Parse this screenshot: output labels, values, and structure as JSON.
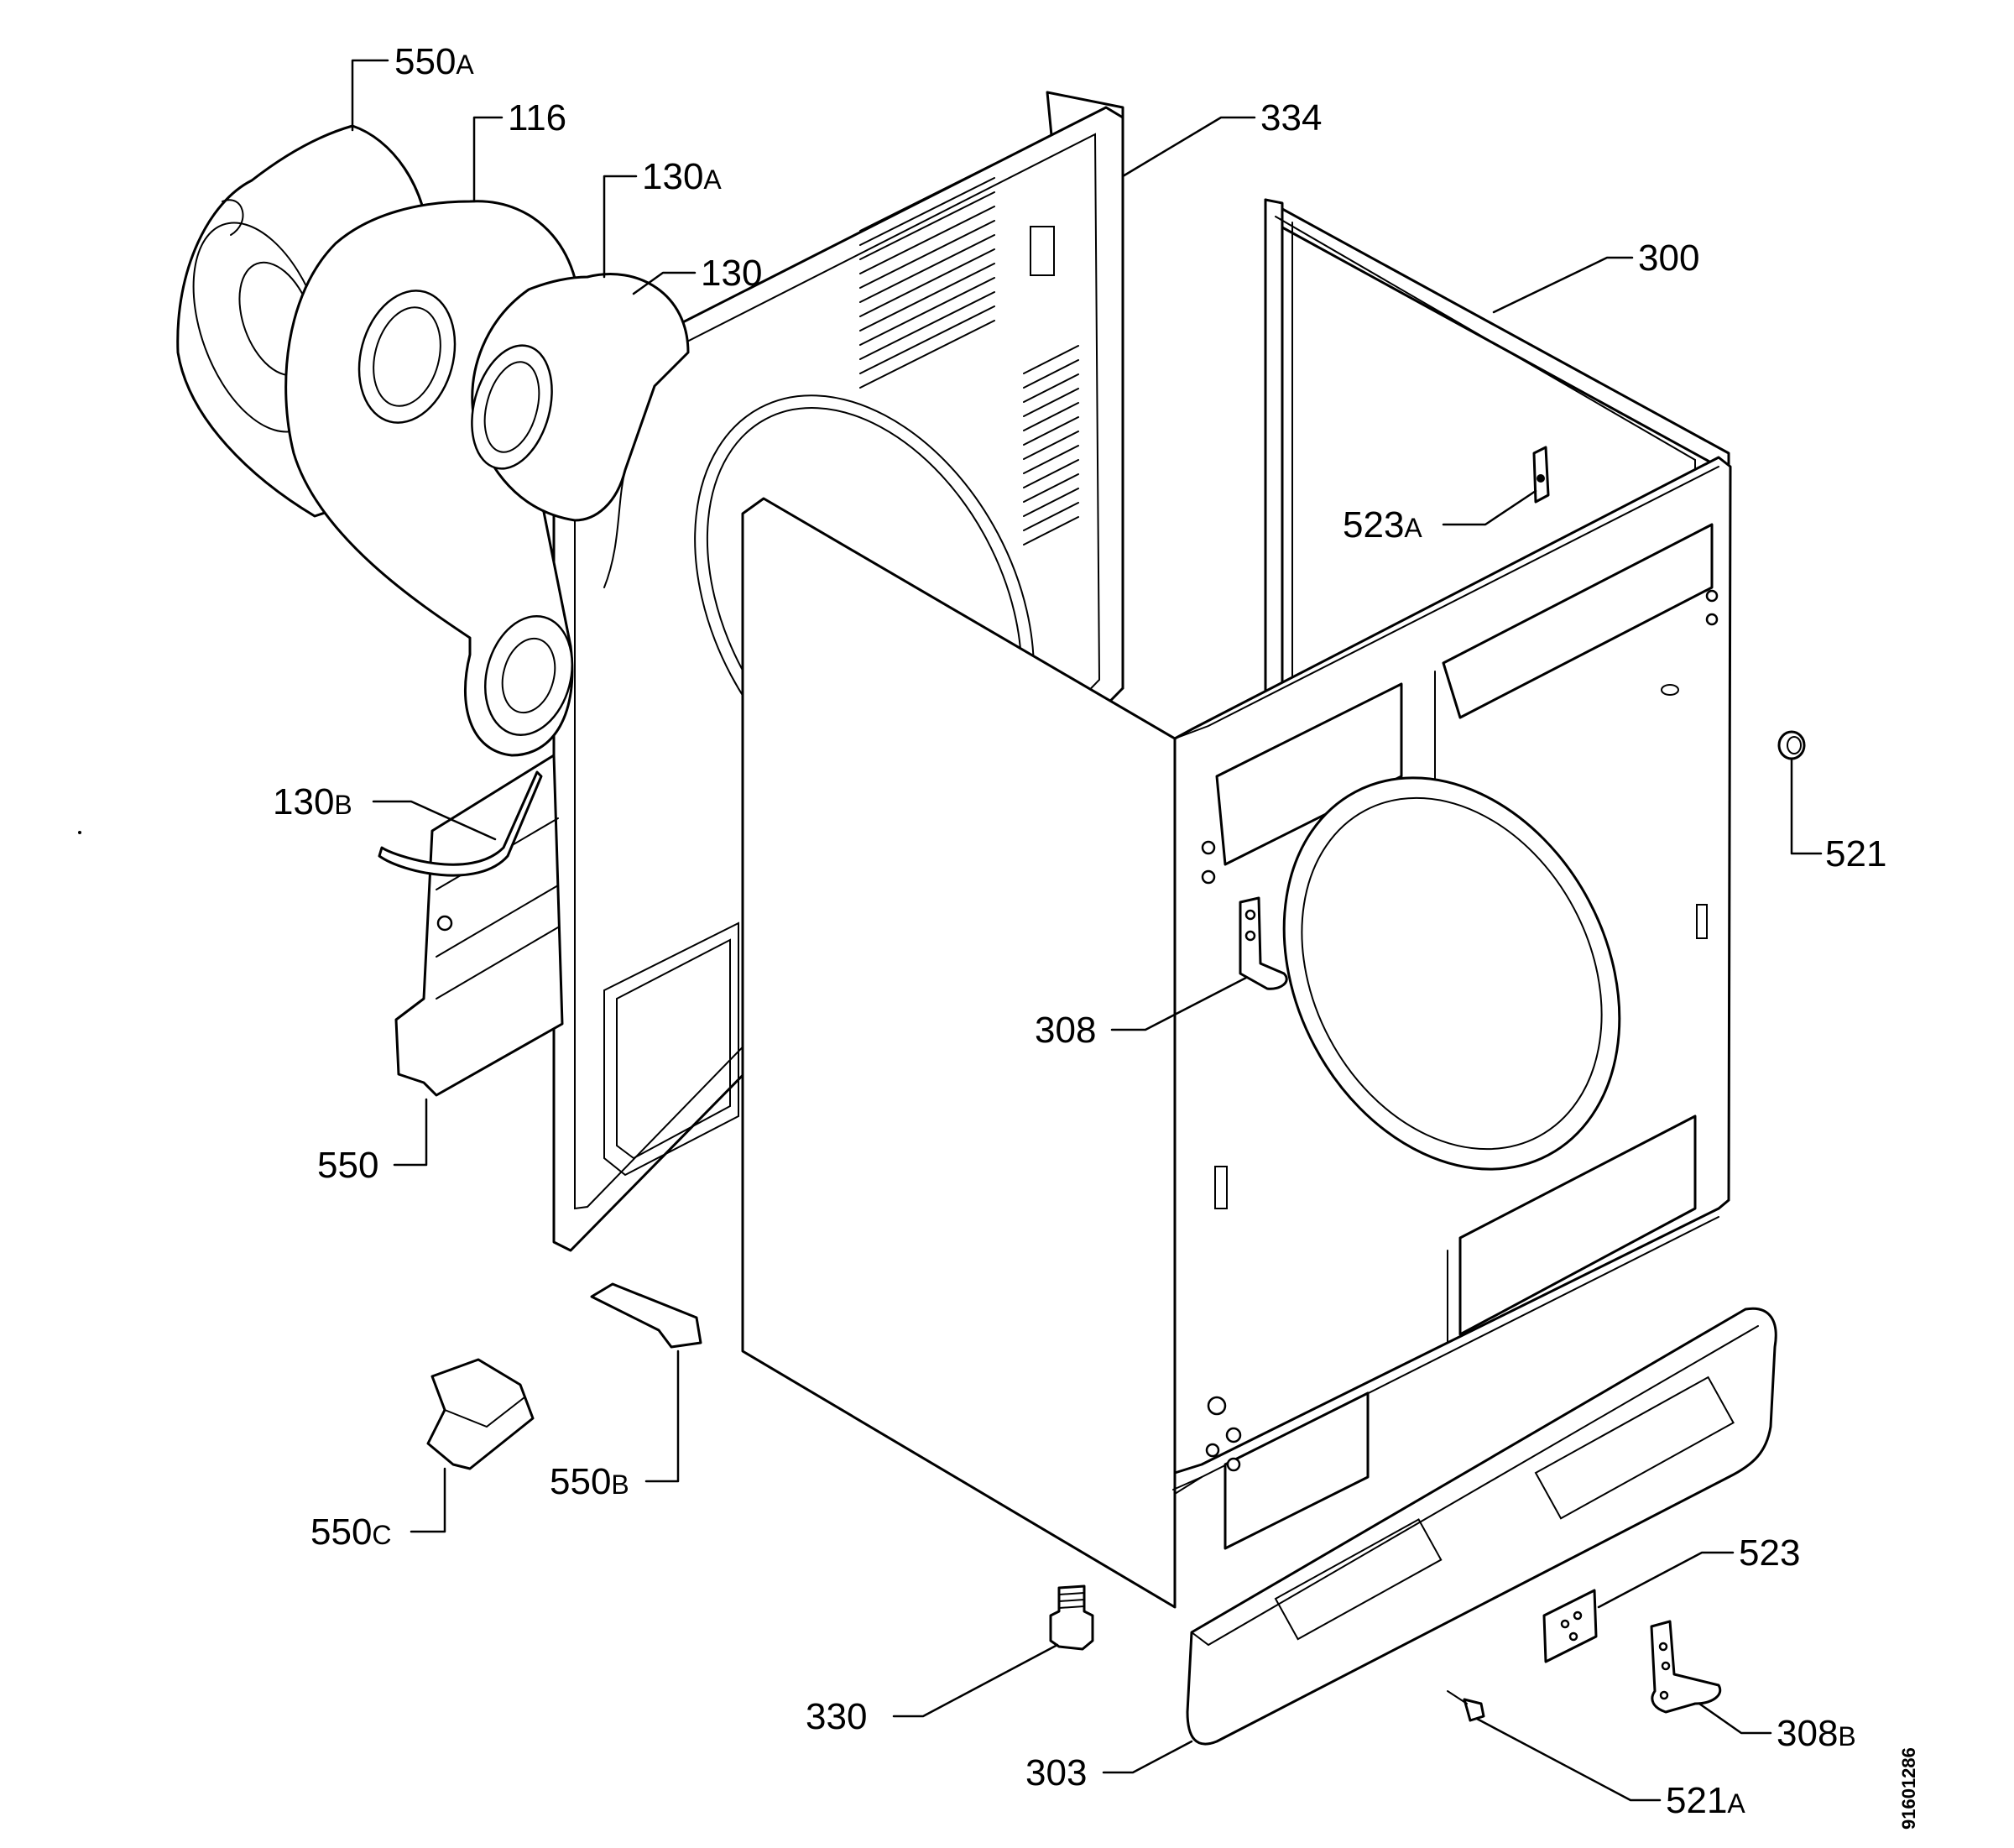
{
  "diagram": {
    "document_number": "91601286",
    "colors": {
      "line": "#000000",
      "background": "#ffffff"
    },
    "labels": {
      "p550a": {
        "num": "550",
        "suffix": "A"
      },
      "p116": {
        "num": "116",
        "suffix": ""
      },
      "p130a": {
        "num": "130",
        "suffix": "A"
      },
      "p130": {
        "num": "130",
        "suffix": ""
      },
      "p334": {
        "num": "334",
        "suffix": ""
      },
      "p300": {
        "num": "300",
        "suffix": ""
      },
      "p523a": {
        "num": "523",
        "suffix": "A"
      },
      "p521": {
        "num": "521",
        "suffix": ""
      },
      "p130b": {
        "num": "130",
        "suffix": "B"
      },
      "p308": {
        "num": "308",
        "suffix": ""
      },
      "p550": {
        "num": "550",
        "suffix": ""
      },
      "p550b": {
        "num": "550",
        "suffix": "B"
      },
      "p550c": {
        "num": "550",
        "suffix": "C"
      },
      "p523": {
        "num": "523",
        "suffix": ""
      },
      "p330": {
        "num": "330",
        "suffix": ""
      },
      "p308b": {
        "num": "308",
        "suffix": "B"
      },
      "p303": {
        "num": "303",
        "suffix": ""
      },
      "p521a": {
        "num": "521",
        "suffix": "A"
      }
    }
  }
}
